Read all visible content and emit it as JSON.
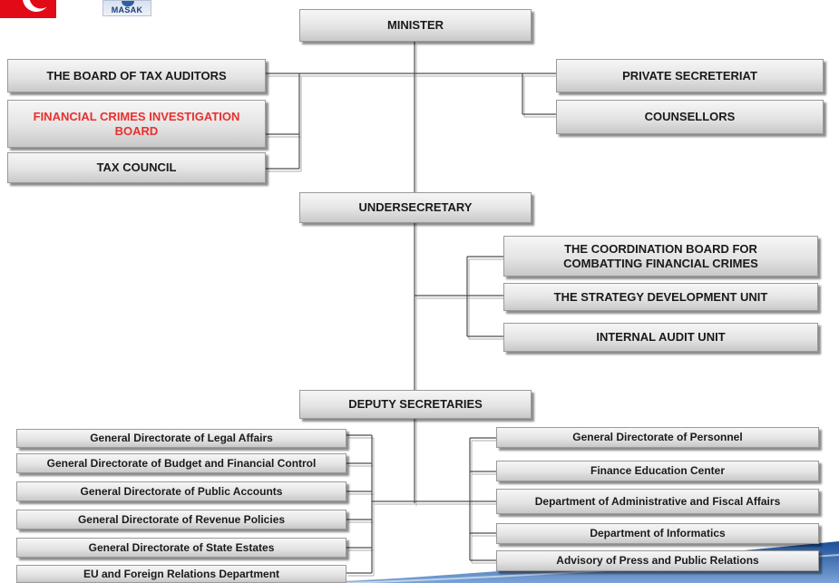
{
  "header": {
    "masak_logo_text": "MASAK"
  },
  "chart": {
    "minister": "MINISTER",
    "board_tax_auditors": "THE BOARD OF TAX AUDITORS",
    "financial_crimes_board": "FINANCIAL CRIMES INVESTIGATION BOARD",
    "tax_council": "TAX COUNCIL",
    "private_secretariat": "PRIVATE SECRETERIAT",
    "counsellors": "COUNSELLORS",
    "undersecretary": "UNDERSECRETARY",
    "coordination_board": "THE COORDINATION BOARD FOR COMBATTING FINANCIAL CRIMES",
    "strategy_unit": "THE STRATEGY DEVELOPMENT UNIT",
    "internal_audit": "INTERNAL AUDIT UNIT",
    "deputy_secretaries": "DEPUTY SECRETARIES",
    "left_directorates": [
      "General Directorate of Legal Affairs",
      "General Directorate of Budget and Financial Control",
      "General Directorate of Public Accounts",
      "General Directorate of Revenue Policies",
      "General Directorate of State Estates",
      "EU and Foreign Relations Department"
    ],
    "right_directorates": [
      "General Directorate of Personnel",
      "Finance Education Center",
      "Department of Administrative and Fiscal Affairs",
      "Department of Informatics",
      "Advisory of Press and Public Relations"
    ]
  },
  "colors": {
    "highlight_text": "#e8302e",
    "box_text": "#1a1a1a",
    "flag_red": "#e30a17",
    "swoosh_dark": "#1c4f95",
    "swoosh_light": "#7aa3d8"
  }
}
